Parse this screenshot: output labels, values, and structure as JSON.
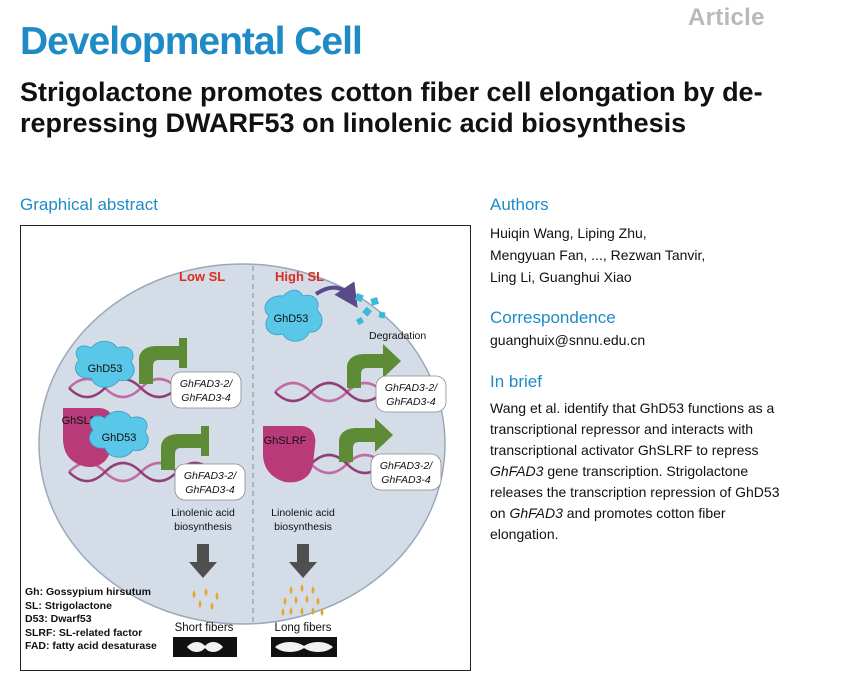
{
  "header": {
    "article_type": "Article",
    "journal": "Developmental Cell",
    "title": "Strigolactone promotes cotton fiber cell elongation by de-repressing DWARF53 on linolenic acid biosynthesis"
  },
  "graphical_abstract": {
    "heading": "Graphical abstract",
    "low_sl": "Low SL",
    "high_sl": "High SL",
    "ghd53": "GhD53",
    "ghslrf": "GhSLRF",
    "gene_line1": "GhFAD3-2/",
    "gene_line2": "GhFAD3-4",
    "degradation": "Degradation",
    "linolenic_line1": "Linolenic acid",
    "linolenic_line2": "biosynthesis",
    "short_fibers": "Short fibers",
    "long_fibers": "Long fibers",
    "legend": [
      "Gh: Gossypium hirsutum",
      "SL: Strigolactone",
      "D53: Dwarf53",
      "SLRF: SL-related factor",
      "FAD: fatty acid desaturase"
    ],
    "colors": {
      "cell": "#d4dde7",
      "ghd53": "#59c7e8",
      "ghslrf": "#b83a79",
      "promoter_arrow": "#5e8c36",
      "dna": "#c26aa4",
      "arrow_down": "#4f4f4f",
      "droplet": "#e7a62a",
      "low_label": "#d92d20",
      "high_label": "#d92d20"
    }
  },
  "authors": {
    "heading": "Authors",
    "line1": "Huiqin Wang, Liping Zhu,",
    "line2": "Mengyuan Fan, ..., Rezwan Tanvir,",
    "line3": "Ling Li, Guanghui Xiao"
  },
  "correspondence": {
    "heading": "Correspondence",
    "email": "guanghuix@snnu.edu.cn"
  },
  "in_brief": {
    "heading": "In brief",
    "part1": "Wang et al. identify that GhD53 functions as a transcriptional repressor and interacts with transcriptional activator GhSLRF to repress ",
    "gene1": "GhFAD3",
    "part2": " gene transcription. Strigolactone releases the transcription repression of GhD53 on ",
    "gene2": "GhFAD3",
    "part3": " and promotes cotton fiber elongation."
  }
}
